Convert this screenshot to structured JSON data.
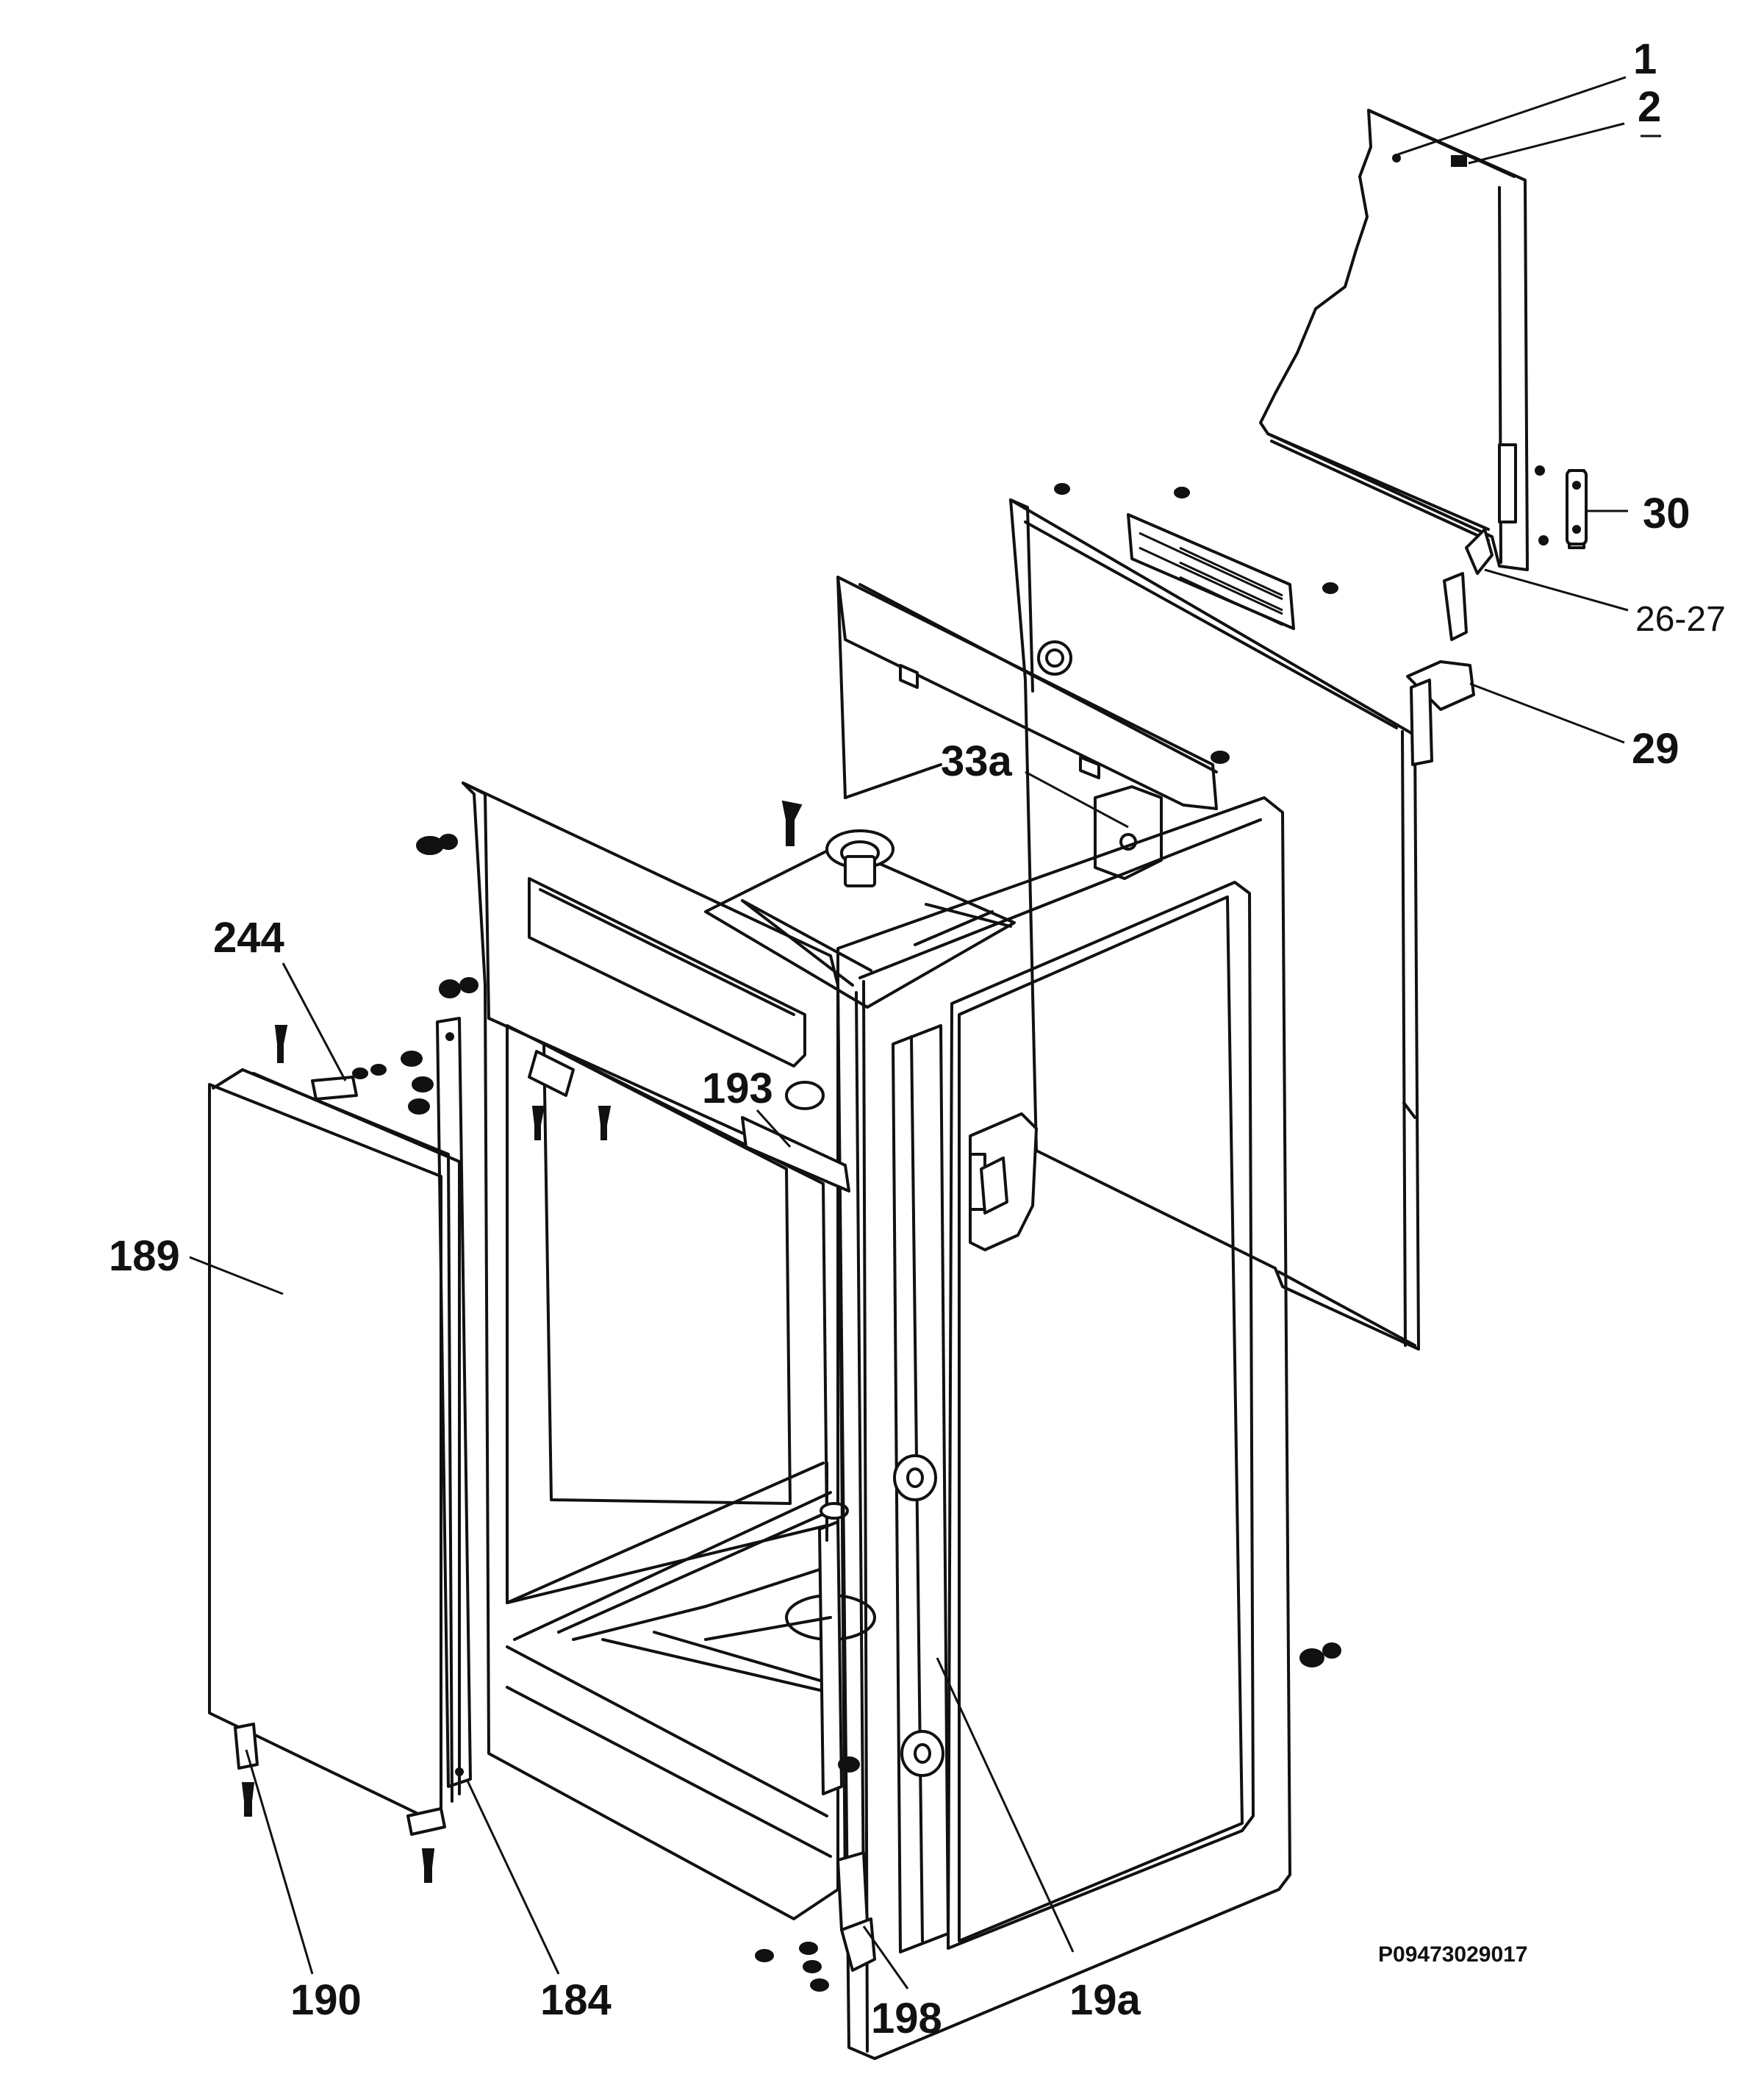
{
  "diagram": {
    "labels": {
      "l1": "1",
      "l2": "2",
      "l30": "30",
      "l26_27": "26-27",
      "l29": "29",
      "l33a": "33a",
      "l244": "244",
      "l193": "193",
      "l189": "189",
      "l190": "190",
      "l184": "184",
      "l198": "198",
      "l19a": "19a"
    },
    "drawing_code": "P09473029017"
  }
}
